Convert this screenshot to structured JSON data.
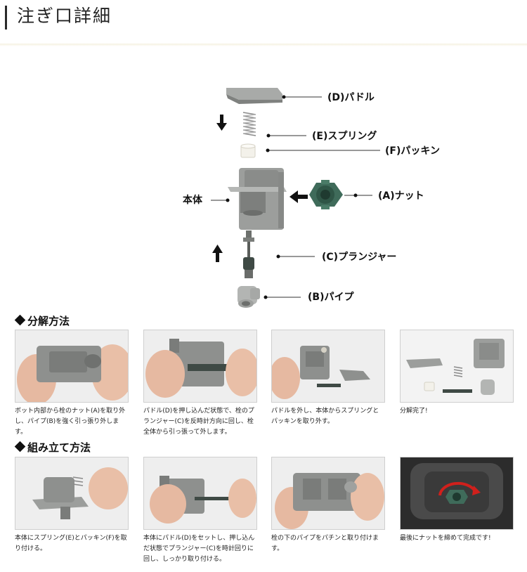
{
  "header": {
    "title": "注ぎ口詳細"
  },
  "diagram": {
    "labels": {
      "paddle": "(D)パドル",
      "spring": "(E)スプリング",
      "packing": "(F)パッキン",
      "body": "本体",
      "nut": "(A)ナット",
      "plunger": "(C)プランジャー",
      "pipe": "(B)パイプ"
    }
  },
  "disassembly": {
    "title": "分解方法",
    "steps": [
      {
        "caption": "ボット内部から栓のナット(A)を取り外し、パイプ(B)を強く引っ張り外します。"
      },
      {
        "caption": "パドル(D)を押し込んだ状態で、栓のプランジャー(C)を反時計方向に回し、栓全体から引っ張って外します。"
      },
      {
        "caption": "パドルを外し、本体からスプリングとパッキンを取り外す。"
      },
      {
        "caption": "分解完了!"
      }
    ]
  },
  "assembly": {
    "title": "組み立て方法",
    "steps": [
      {
        "caption": "本体にスプリング(E)とパッキン(F)を取り付ける。"
      },
      {
        "caption": "本体にパドル(D)をセットし、押し込んだ状態でプランジャー(C)を時計回りに回し、しっかり取り付ける。"
      },
      {
        "caption": "栓の下のパイプをパチンと取り付けます。"
      },
      {
        "caption": "最後にナットを締めて完成です!"
      }
    ]
  },
  "colors": {
    "part_gray": "#8f918f",
    "nut_green": "#3f6b5a",
    "accent_red": "#d0201c"
  }
}
